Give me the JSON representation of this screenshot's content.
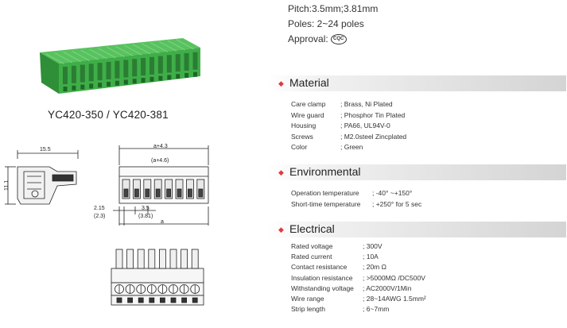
{
  "specs": {
    "pitch": "Pitch:3.5mm;3.81mm",
    "poles": "Poles: 2~24 poles",
    "approval_label": "Approval:",
    "approval_mark": "CQC"
  },
  "product": {
    "model": "YC420-350 / YC420-381"
  },
  "drawing": {
    "side_width": "15.5",
    "side_height": "11.1",
    "front_top": "a+4.3",
    "front_top_alt": "(a+4.6)",
    "margin": "2.15",
    "margin_alt": "(2.3)",
    "pitch": "3.5",
    "pitch_alt": "(3.81)",
    "span": "a"
  },
  "sections": {
    "material": {
      "title": "Material",
      "rows": [
        {
          "label": "Care clamp",
          "value": "; Brass, Ni Plated"
        },
        {
          "label": "Wire guard",
          "value": "; Phosphor Tin Plated"
        },
        {
          "label": "Housing",
          "value": "; PA66, UL94V-0"
        },
        {
          "label": "Screws",
          "value": "; M2.0steel Zincplated"
        },
        {
          "label": "Color",
          "value": "; Green"
        }
      ]
    },
    "environmental": {
      "title": "Environmental",
      "rows": [
        {
          "label": "Operation temperature",
          "value": "; -40° ~+150°"
        },
        {
          "label": "Short-time temperature",
          "value": "; +250° for 5 sec"
        }
      ]
    },
    "electrical": {
      "title": "Electrical",
      "rows": [
        {
          "label": "Rated voltage",
          "value": "; 300V"
        },
        {
          "label": "Rated current",
          "value": "; 10A"
        },
        {
          "label": "Contact resistance",
          "value": "; 20m Ω"
        },
        {
          "label": "Insulation resistance",
          "value": "; >5000MΩ /DC500V"
        },
        {
          "label": "Withstanding voltage",
          "value": "; AC2000V/1Min"
        },
        {
          "label": "Wire range",
          "value": "; 28~14AWG 1.5mm²"
        },
        {
          "label": "Strip length",
          "value": "; 6~7mm"
        }
      ]
    }
  },
  "colors": {
    "housing_green": "#3fae48",
    "housing_dark": "#2a7d33",
    "bullet": "#e23a3a"
  }
}
